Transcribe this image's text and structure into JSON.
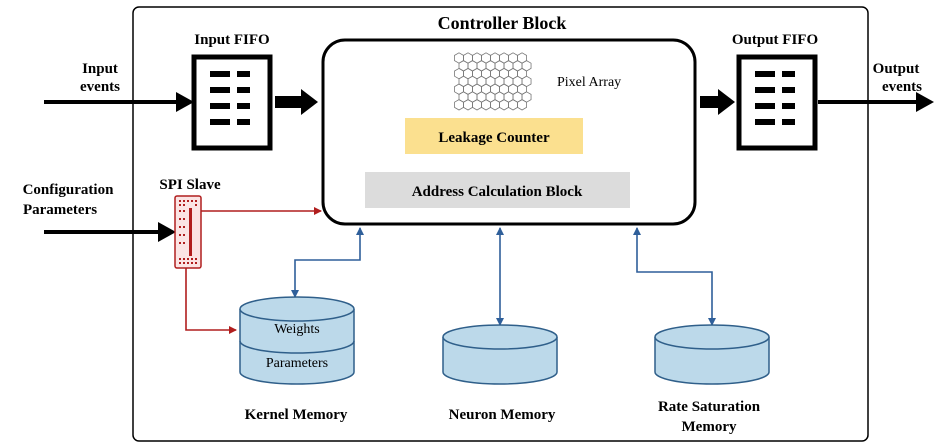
{
  "outer_block": {},
  "controller": {
    "title": "Controller Block",
    "pixel_array_label": "Pixel Array",
    "leakage_counter_label": "Leakage Counter",
    "address_calc_label": "Address Calculation Block"
  },
  "input_fifo": {
    "label": "Input FIFO"
  },
  "output_fifo": {
    "label": "Output FIFO"
  },
  "inputs": {
    "events_line1": "Input",
    "events_line2": "events",
    "config_line1": "Configuration",
    "config_line2": "Parameters"
  },
  "outputs": {
    "events_line1": "Output",
    "events_line2": "events"
  },
  "spi": {
    "label": "SPI Slave"
  },
  "kernel_memory": {
    "top_label": "Weights",
    "bottom_label": "Parameters",
    "caption": "Kernel Memory"
  },
  "neuron_memory": {
    "caption": "Neuron Memory"
  },
  "rate_memory": {
    "caption_line1": "Rate Saturation",
    "caption_line2": "Memory"
  },
  "colors": {
    "leakage_fill": "#fbe08f",
    "address_fill": "#dcdcdc",
    "memory_fill": "#bcd9ea",
    "memory_stroke": "#2f5f8a",
    "red_wire": "#b01e1e",
    "blue_wire": "#2f5f9a",
    "spi_fill": "#fbe4e4"
  }
}
